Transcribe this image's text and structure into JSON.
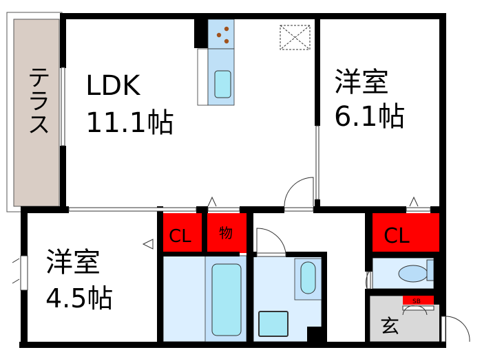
{
  "floorplan": {
    "terrace": {
      "label": "テラス"
    },
    "ldk": {
      "name": "LDK",
      "size": "11.1帖"
    },
    "bedroom_east": {
      "name": "洋室",
      "size": "6.1帖"
    },
    "bedroom_west": {
      "name": "洋室",
      "size": "4.5帖"
    },
    "closet_1": {
      "label": "CL"
    },
    "storage": {
      "label": "物"
    },
    "closet_2": {
      "label": "CL"
    },
    "shoe_box": {
      "label": "SB"
    },
    "entrance": {
      "label": "玄"
    }
  },
  "colors": {
    "wall": "#000000",
    "terrace": "#d9cdc5",
    "closet": "#ff0000",
    "wet_area": "#dcefff",
    "fixture": "#b9ddf8",
    "entrance": "#d9d9d9"
  }
}
